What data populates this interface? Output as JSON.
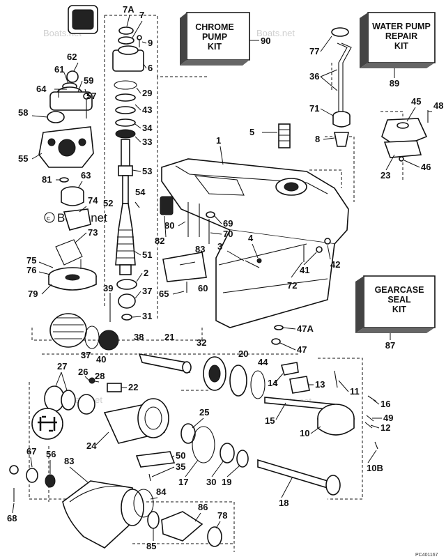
{
  "kits": {
    "chrome_pump": {
      "lines": [
        "CHROME",
        "PUMP",
        "KIT"
      ],
      "number": "90"
    },
    "water_pump": {
      "lines": [
        "WATER PUMP",
        "REPAIR",
        "KIT"
      ],
      "number": "89"
    },
    "gearcase_seal": {
      "lines": [
        "GEARCASE",
        "SEAL",
        "KIT"
      ],
      "number": "87"
    }
  },
  "watermarks": {
    "main": "Boats.net",
    "faint": "Boats.net"
  },
  "drawing_code": "PC401167",
  "callouts": [
    "7A",
    "7",
    "9",
    "6",
    "29",
    "43",
    "34",
    "33",
    "53",
    "54",
    "52",
    "51",
    "2",
    "37",
    "31",
    "39",
    "38",
    "21",
    "32",
    "20",
    "44",
    "62",
    "61",
    "59",
    "64",
    "57",
    "58",
    "55",
    "81",
    "63",
    "74",
    "73",
    "75",
    "76",
    "79",
    "37",
    "40",
    "1",
    "5",
    "80",
    "83",
    "70",
    "69",
    "82",
    "3",
    "4",
    "65",
    "60",
    "72",
    "41",
    "42",
    "47A",
    "47",
    "77",
    "36",
    "71",
    "8",
    "45",
    "48",
    "46",
    "23",
    "27",
    "26",
    "28",
    "22",
    "14",
    "13",
    "11",
    "16",
    "15",
    "49",
    "12",
    "10",
    "25",
    "24",
    "50",
    "35",
    "17",
    "30",
    "19",
    "10B",
    "67",
    "56",
    "83",
    "84",
    "68",
    "86",
    "85",
    "78",
    "18"
  ]
}
